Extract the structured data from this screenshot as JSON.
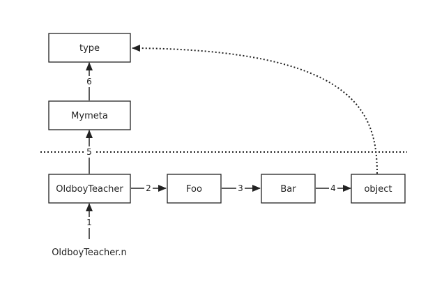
{
  "nodes": {
    "type": "type",
    "mymeta": "Mymeta",
    "oldboy_teacher": "OldboyTeacher",
    "foo": "Foo",
    "bar": "Bar",
    "object": "object"
  },
  "entry_label": "OldboyTeacher.n",
  "edge_labels": {
    "e1": "1",
    "e2": "2",
    "e3": "3",
    "e4": "4",
    "e5": "5",
    "e6": "6"
  }
}
